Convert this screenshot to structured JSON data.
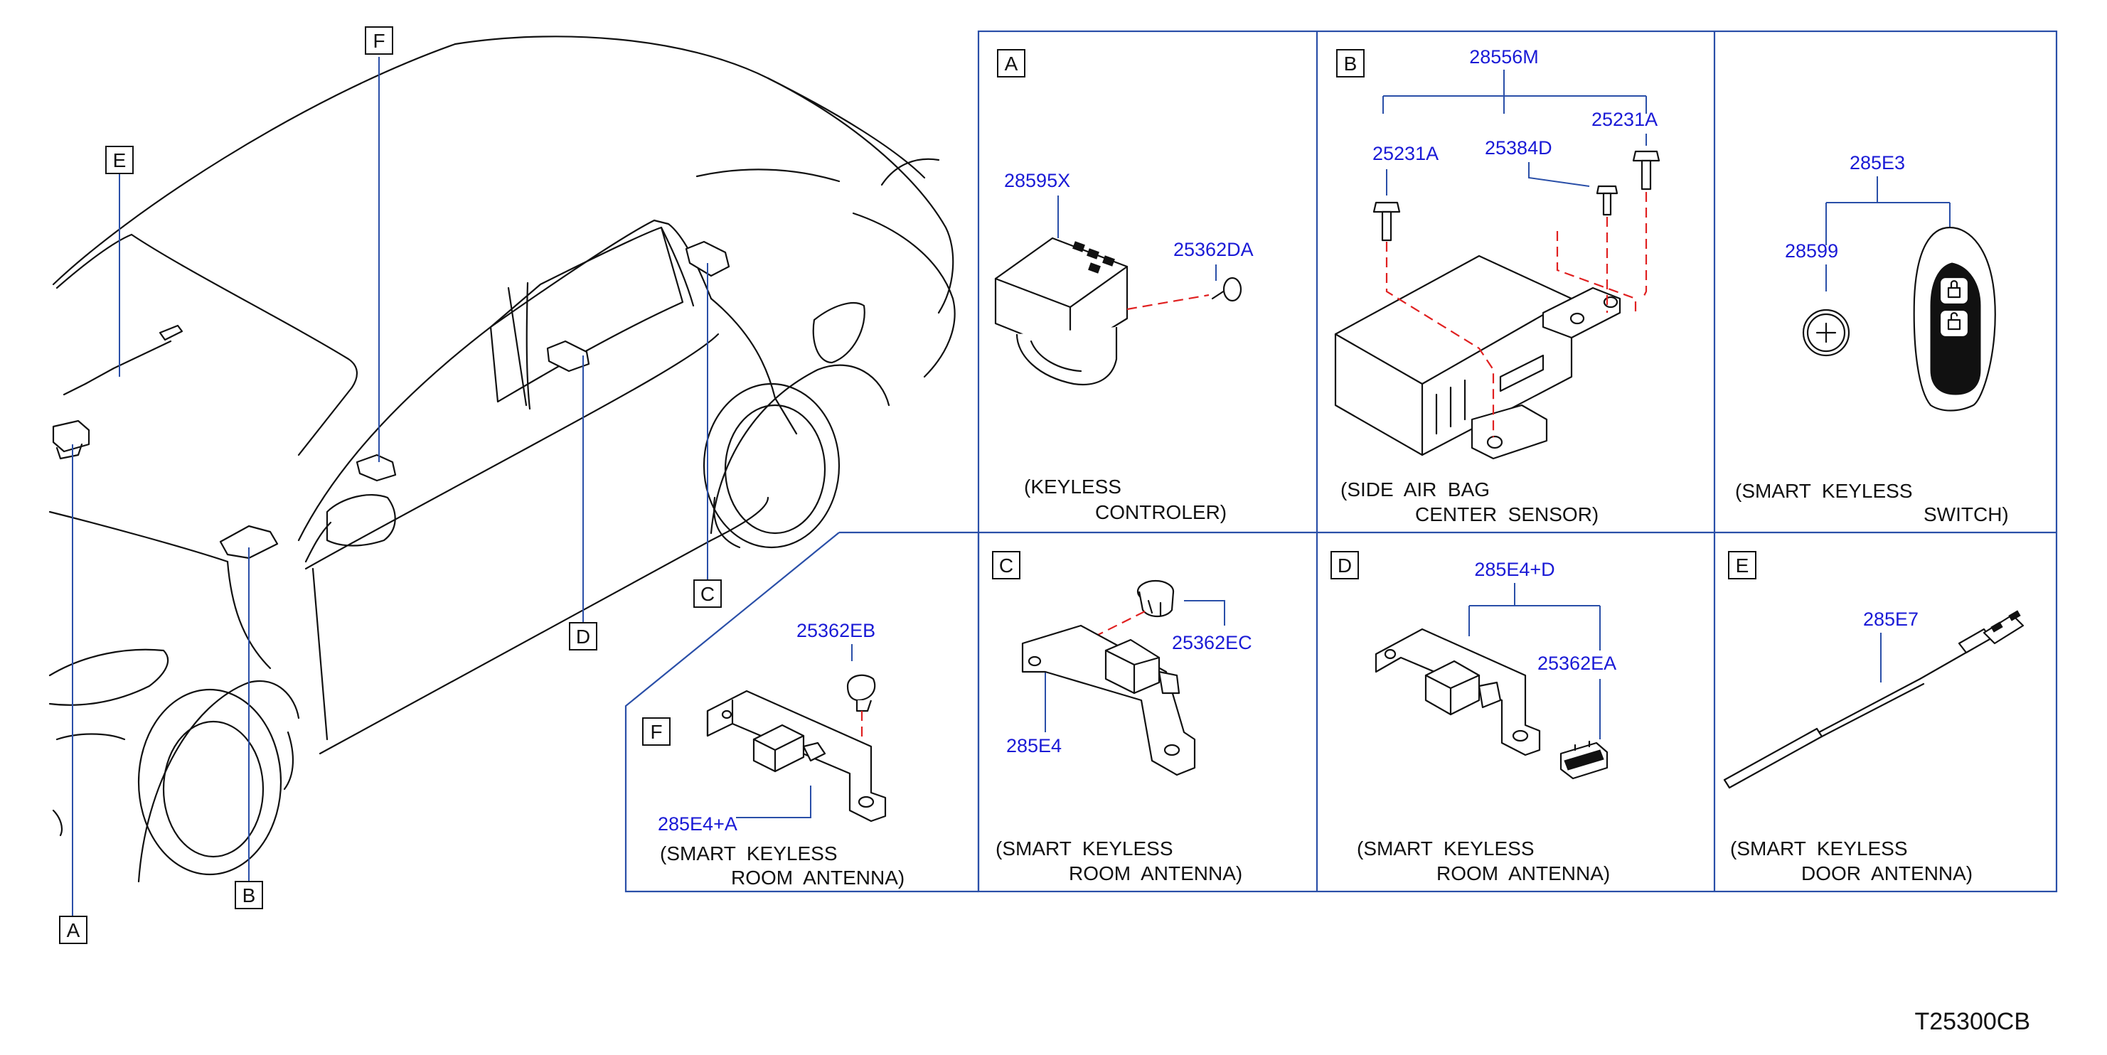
{
  "diagram_code": "T25300CB",
  "car_callouts": {
    "a": "A",
    "b": "B",
    "c": "C",
    "d": "D",
    "e": "E",
    "f": "F"
  },
  "panels": {
    "a": {
      "letter": "A",
      "parts": {
        "controller": "28595X",
        "screw": "25362DA"
      },
      "caption": [
        "(KEYLESS",
        "CONTROLER)"
      ]
    },
    "b": {
      "letter": "B",
      "parts": {
        "sensor": "28556M",
        "bolt_left": "25231A",
        "bolt_right": "25231A",
        "bolt_mid": "25384D"
      },
      "caption": [
        "(SIDE  AIR  BAG",
        "CENTER  SENSOR)"
      ]
    },
    "switch": {
      "parts": {
        "switch": "285E3",
        "battery": "28599"
      },
      "caption": [
        "(SMART  KEYLESS",
        "SWITCH)"
      ]
    },
    "c": {
      "letter": "C",
      "parts": {
        "antenna": "285E4",
        "clip": "25362EC"
      },
      "caption": [
        "(SMART  KEYLESS",
        "ROOM  ANTENNA)"
      ]
    },
    "d": {
      "letter": "D",
      "parts": {
        "antenna": "285E4+D",
        "clip": "25362EA"
      },
      "caption": [
        "(SMART  KEYLESS",
        "ROOM  ANTENNA)"
      ]
    },
    "e": {
      "letter": "E",
      "parts": {
        "antenna": "285E7"
      },
      "caption": [
        "(SMART  KEYLESS",
        "DOOR  ANTENNA)"
      ]
    },
    "f": {
      "letter": "F",
      "parts": {
        "antenna": "285E4+A",
        "clip": "25362EB"
      },
      "caption": [
        "(SMART  KEYLESS",
        "ROOM  ANTENNA)"
      ]
    }
  }
}
